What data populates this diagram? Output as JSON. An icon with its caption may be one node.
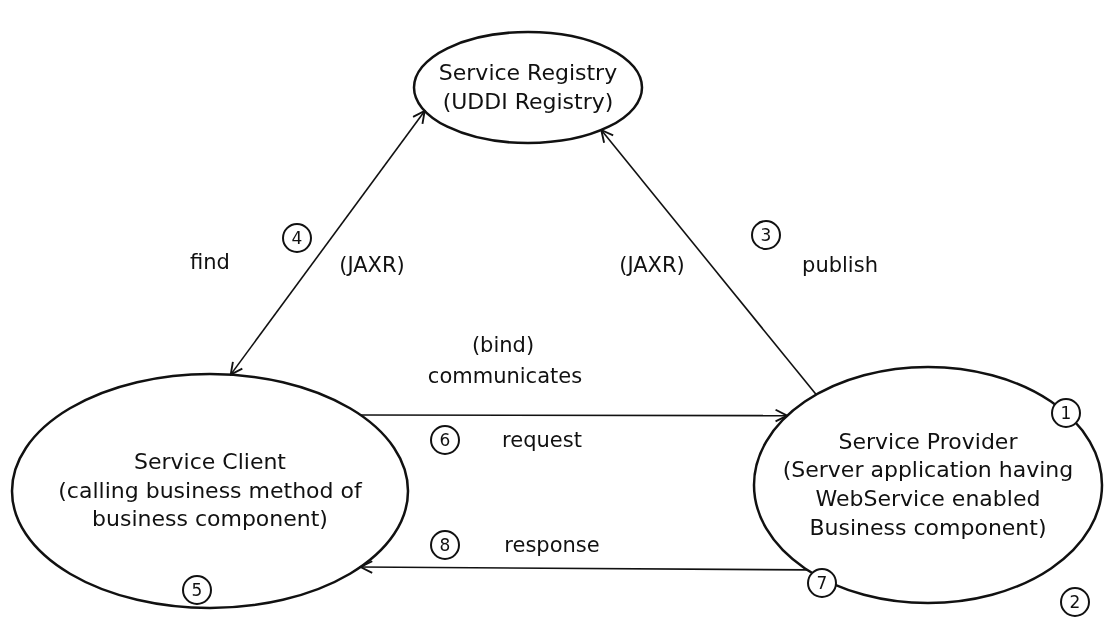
{
  "diagram": {
    "nodes": [
      {
        "text": [
          "Service Registry",
          "(UDDI Registry)"
        ]
      },
      {
        "text": [
          "Service Client",
          "(calling business method of business component)"
        ]
      },
      {
        "text": [
          "Service Provider",
          "(Server application having WebService enabled Business component)"
        ]
      }
    ],
    "edges": [
      {
        "from": 1,
        "to": 0,
        "arrow": "both",
        "label": "find"
      },
      {
        "from": 2,
        "to": 0,
        "arrow": "to",
        "label": "publish"
      },
      {
        "from": 1,
        "to": 2,
        "arrow": "to",
        "label": "communicates"
      },
      {
        "from": 2,
        "to": 1,
        "arrow": "to",
        "label": "response"
      }
    ],
    "labels": [
      "4",
      "3",
      "(JAXR)",
      "(JAXR)",
      "(bind)",
      "1",
      "6",
      "request",
      "8",
      "5",
      "7",
      "2"
    ]
  }
}
